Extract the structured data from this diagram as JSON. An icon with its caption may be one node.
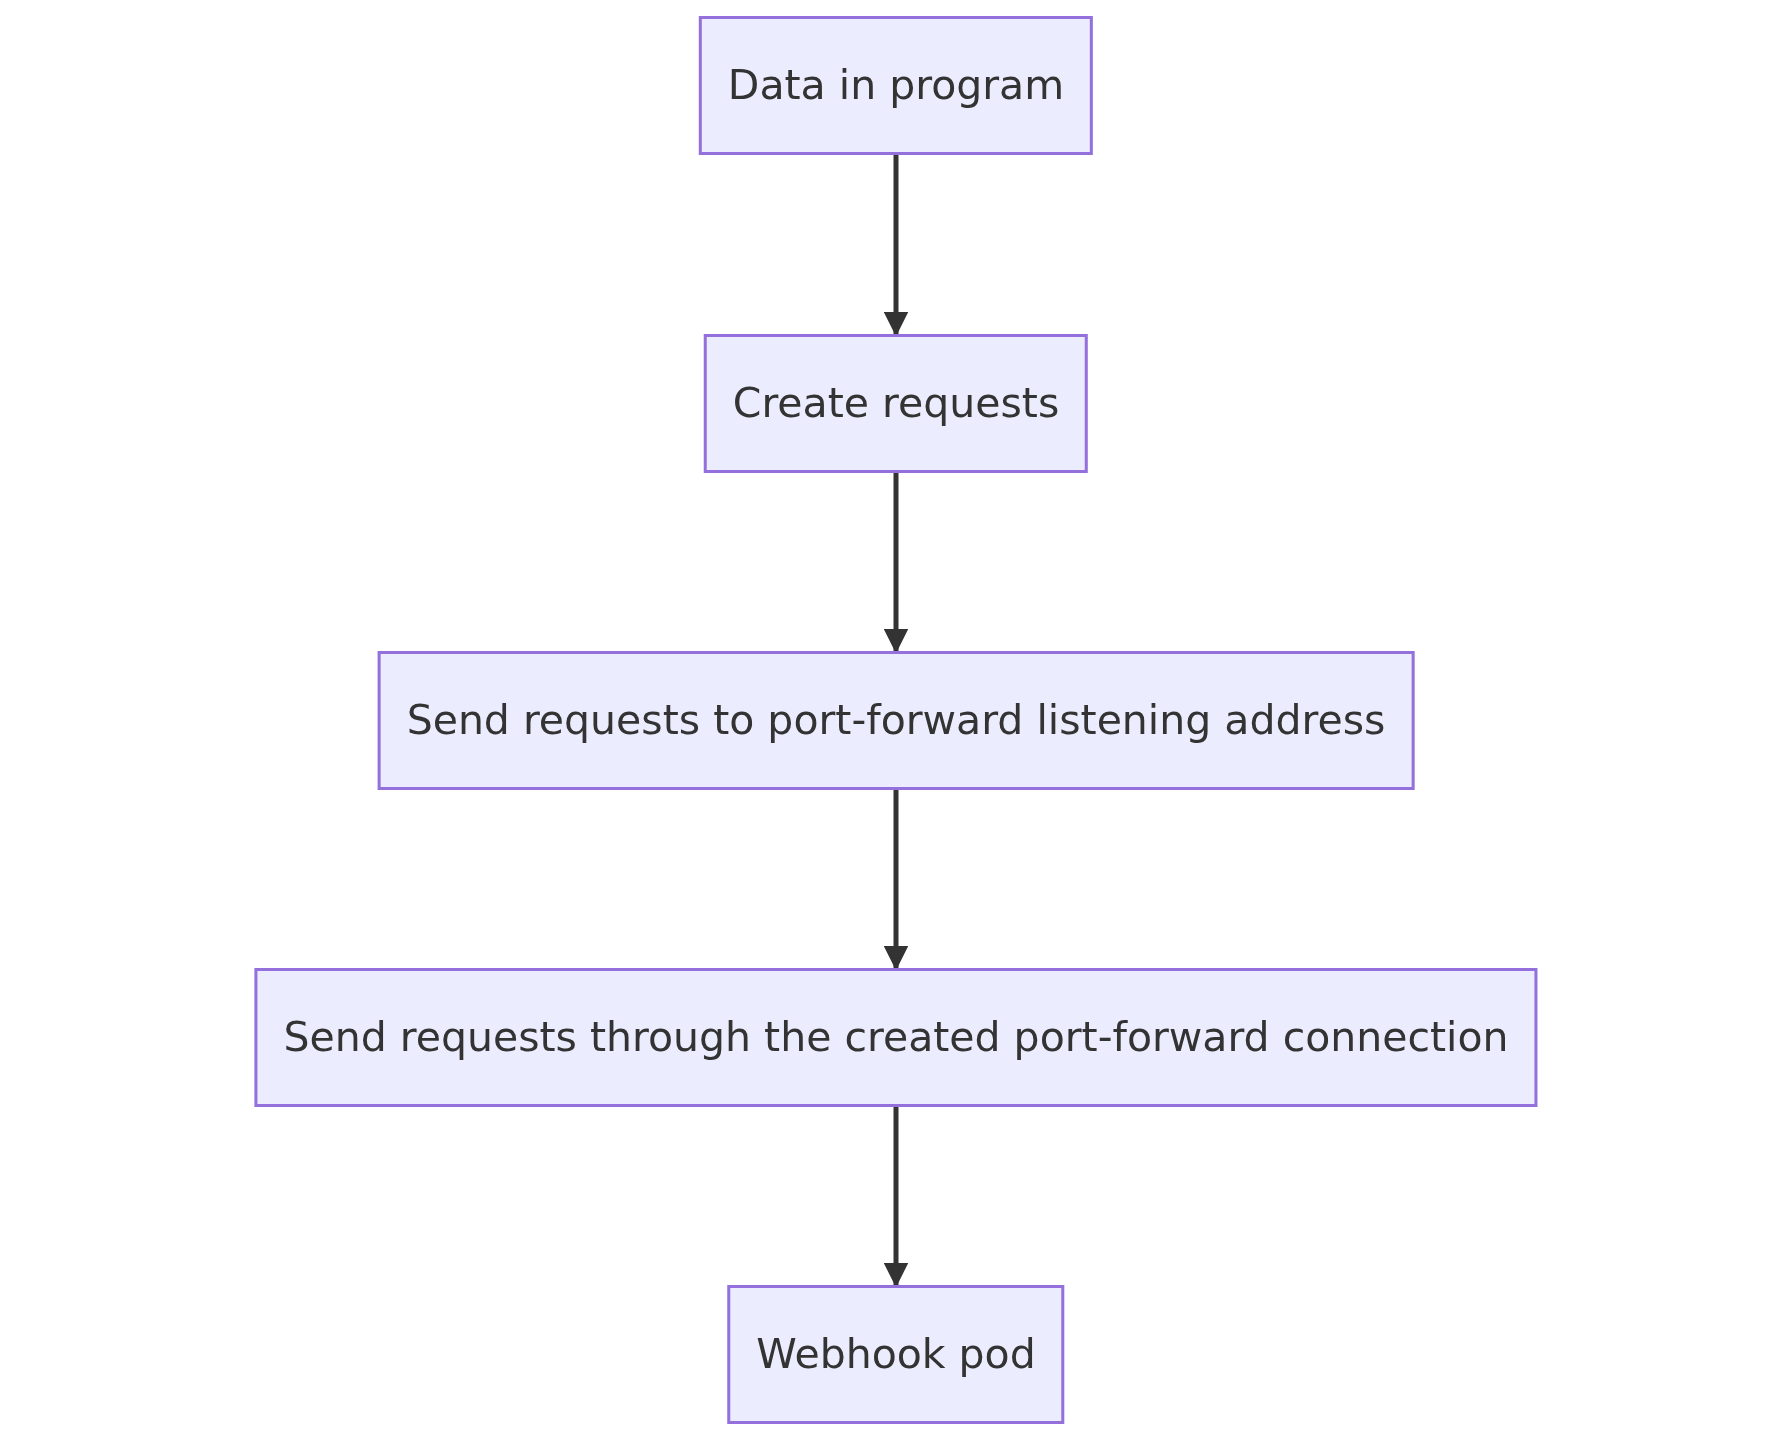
{
  "diagram": {
    "nodes": [
      {
        "text": [
          "Data in program"
        ]
      },
      {
        "text": [
          "Create requests"
        ]
      },
      {
        "text": [
          "Send requests to port-forward listening address"
        ]
      },
      {
        "text": [
          "Send requests through the created port-forward connection"
        ]
      },
      {
        "text": [
          "Webhook pod"
        ]
      }
    ],
    "edges": [
      {
        "from": 0,
        "to": 1,
        "arrow": "to"
      },
      {
        "from": 1,
        "to": 2,
        "arrow": "to"
      },
      {
        "from": 2,
        "to": 3,
        "arrow": "to"
      },
      {
        "from": 3,
        "to": 4,
        "arrow": "to"
      }
    ]
  }
}
